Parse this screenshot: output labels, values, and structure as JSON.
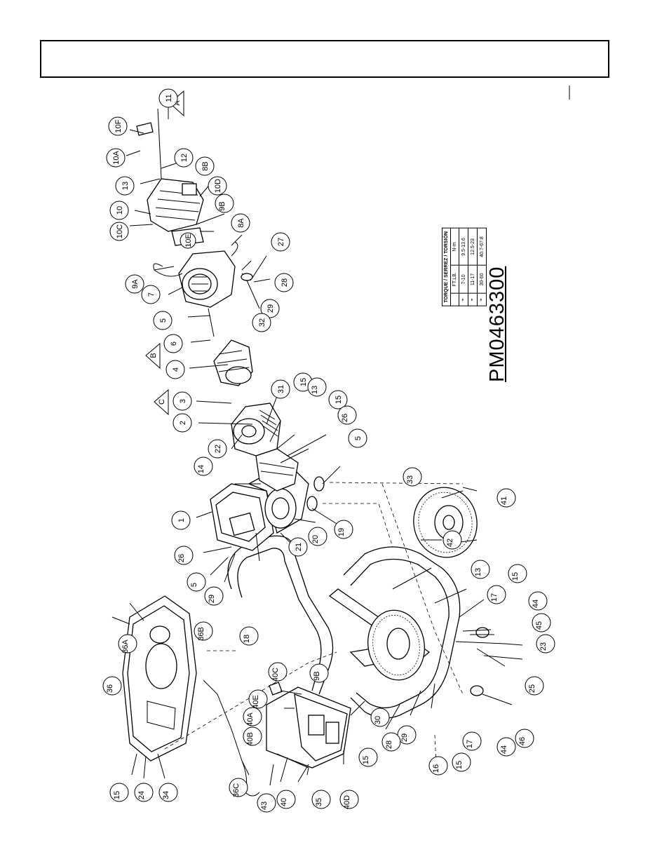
{
  "part_number": "PM0463300",
  "torque_table": {
    "title": "TORQUE / SERREZ / TORSIÓN",
    "col_ftlb": "FT.LB.",
    "col_nm": "N-m",
    "rows": [
      {
        "ftlb": "7-10",
        "nm": "9.5-13.6"
      },
      {
        "ftlb": "11-17",
        "nm": "12.5-23"
      },
      {
        "ftlb": "30-60",
        "nm": "40.7-67.8"
      }
    ]
  },
  "callouts": {
    "c1": "1",
    "c2": "2",
    "c3": "3",
    "c4": "4",
    "c5a": "5",
    "c5b": "5",
    "c5c": "5",
    "c6": "6",
    "c7": "7",
    "c8a": "8A",
    "c8b": "8B",
    "c9a": "9A",
    "c9b": "9B",
    "c10": "10",
    "c10a": "10A",
    "c10c": "10C",
    "c10d": "10D",
    "c10e": "10E",
    "c10f": "10F",
    "c11": "11",
    "c12": "12",
    "c13a": "13",
    "c13b": "13",
    "c13c": "13",
    "c14": "14",
    "c15a": "15",
    "c15b": "15",
    "c15c": "15",
    "c15d": "15",
    "c15e": "15",
    "c15f": "15",
    "c16": "16",
    "c17a": "17",
    "c17b": "17",
    "c18": "18",
    "c19": "19",
    "c20": "20",
    "c21": "21",
    "c22": "22",
    "c23": "23",
    "c24": "24",
    "c25": "25",
    "c26a": "26",
    "c26b": "26",
    "c27": "27",
    "c28": "28",
    "c29a": "29",
    "c29b": "29",
    "c30": "30",
    "c31": "31",
    "c32": "32",
    "c33": "33",
    "c34": "34",
    "c35": "35",
    "c36": "36",
    "c36a": "36A",
    "c36b": "36B",
    "c36c": "36C",
    "c40": "40",
    "c40a": "40A",
    "c40b": "40B",
    "c40c": "40C",
    "c40d": "40D",
    "c40e": "40E",
    "c41": "41",
    "c42": "42",
    "c43": "43",
    "c44a": "44",
    "c44b": "44",
    "c45": "45",
    "c46": "46",
    "tA": "A",
    "tB": "B",
    "tC": "C"
  }
}
